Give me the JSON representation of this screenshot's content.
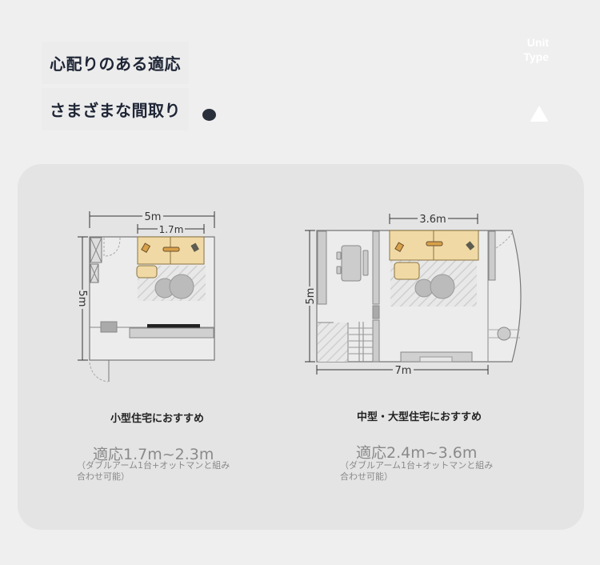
{
  "header": {
    "title_line1": "心配りのある適応",
    "title_line2": "さまざまな間取り",
    "unit_type_line1": "Unit",
    "unit_type_line2": "Type"
  },
  "plans": [
    {
      "width_label": "5m",
      "sofa_label": "1.7m",
      "depth_label": "5m",
      "recommend": "小型住宅におすすめ",
      "fit": "適応1.7m~2.3m",
      "note": "（ダブルアーム1台+オットマンと組み合わせ可能）"
    },
    {
      "width_label": "7m",
      "sofa_label": "3.6m",
      "depth_label": "5m",
      "recommend": "中型・大型住宅におすすめ",
      "fit": "適応2.4m~3.6m",
      "note": "（ダブルアーム1台+オットマンと組み合わせ可能）"
    }
  ],
  "colors": {
    "sofa": "#f0d9a4",
    "title": "#1e2535",
    "card": "#e4e4e4"
  }
}
